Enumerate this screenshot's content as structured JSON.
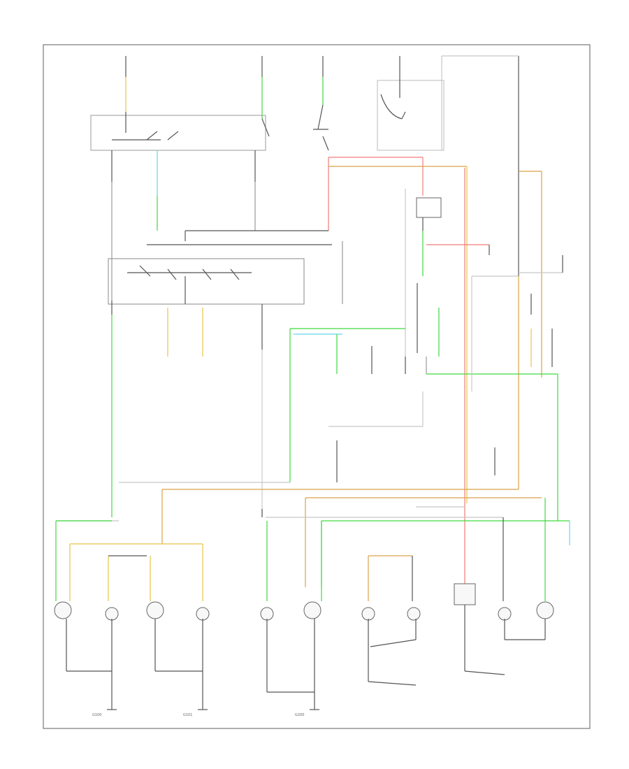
{
  "diagram": {
    "footer_code": "",
    "ground_labels": [
      "G100",
      "G101",
      "G200"
    ],
    "colors": {
      "wire_black": "#555555",
      "wire_gray": "#9a9a9a",
      "wire_green": "#3fd93f",
      "wire_yellow": "#e7c44a",
      "wire_orange": "#d9a24a",
      "wire_red": "#f07a7a",
      "wire_cyan": "#66d6ee"
    }
  }
}
